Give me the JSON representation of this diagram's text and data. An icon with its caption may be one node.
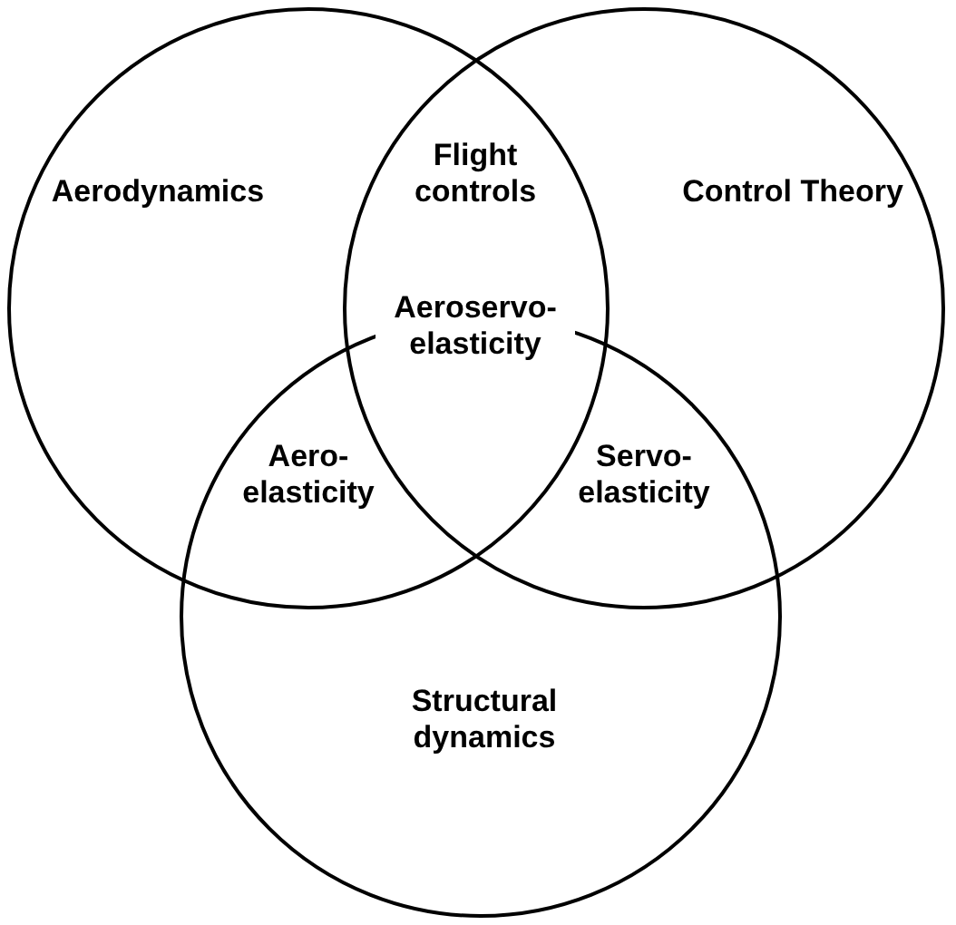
{
  "diagram": {
    "nodes": [
      {
        "text": [
          "Aerodynamics"
        ]
      },
      {
        "text": [
          "Control Theory"
        ]
      },
      {
        "text": [
          "Structural dynamics"
        ]
      }
    ],
    "labels": [
      "Flight controls",
      "Aeroservo- elasticity",
      "Aero- elasticity",
      "Servo- elasticity"
    ]
  }
}
